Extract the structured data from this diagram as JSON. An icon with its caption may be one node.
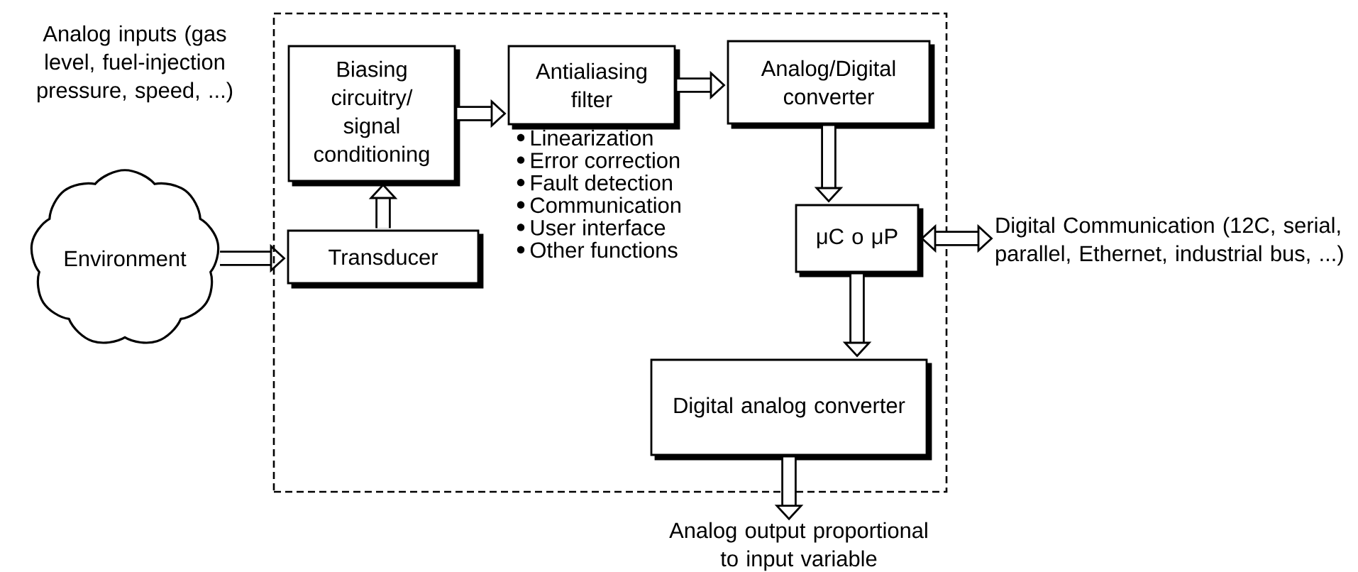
{
  "diagram": {
    "nodes": [
      {
        "text": [],
        "shape": "box"
      },
      {
        "text": [
          "Environment"
        ]
      },
      {
        "text": [
          "Biasing circuitry/ signal conditioning"
        ],
        "in": 0
      },
      {
        "text": [
          "Transducer"
        ],
        "in": 0
      },
      {
        "text": [
          "Antialiasing filter"
        ],
        "in": 0
      },
      {
        "text": [
          "Analog/Digital converter"
        ],
        "in": 0
      },
      {
        "text": [
          "μC o μP"
        ],
        "in": 0
      },
      {
        "text": [
          "Digital analog converter"
        ],
        "in": 0
      },
      {
        "text": [
          "Digital Communication (12C, serial, parallel, Ethernet, industrial bus, ...)"
        ]
      },
      {
        "text": [
          "Analog output proportional to input variable"
        ]
      }
    ],
    "edges": [
      {
        "from": 1,
        "to": 3,
        "arrow": "to"
      },
      {
        "from": 3,
        "to": 2,
        "arrow": "to"
      },
      {
        "from": 2,
        "to": 4,
        "arrow": "to"
      },
      {
        "from": 4,
        "to": 5,
        "arrow": "to"
      },
      {
        "from": 5,
        "to": 6,
        "arrow": "to"
      },
      {
        "from": 6,
        "to": 7,
        "arrow": "to"
      },
      {
        "from": 6,
        "to": 8,
        "arrow": "both"
      },
      {
        "from": 7,
        "to": 9,
        "arrow": "to"
      }
    ],
    "labels": [
      "Analog inputs (gas level, fuel-injection pressure, speed, ...)",
      "Linearization",
      "Error correction",
      "Fault detection",
      "Communication",
      "User interface",
      "Other functions"
    ]
  }
}
